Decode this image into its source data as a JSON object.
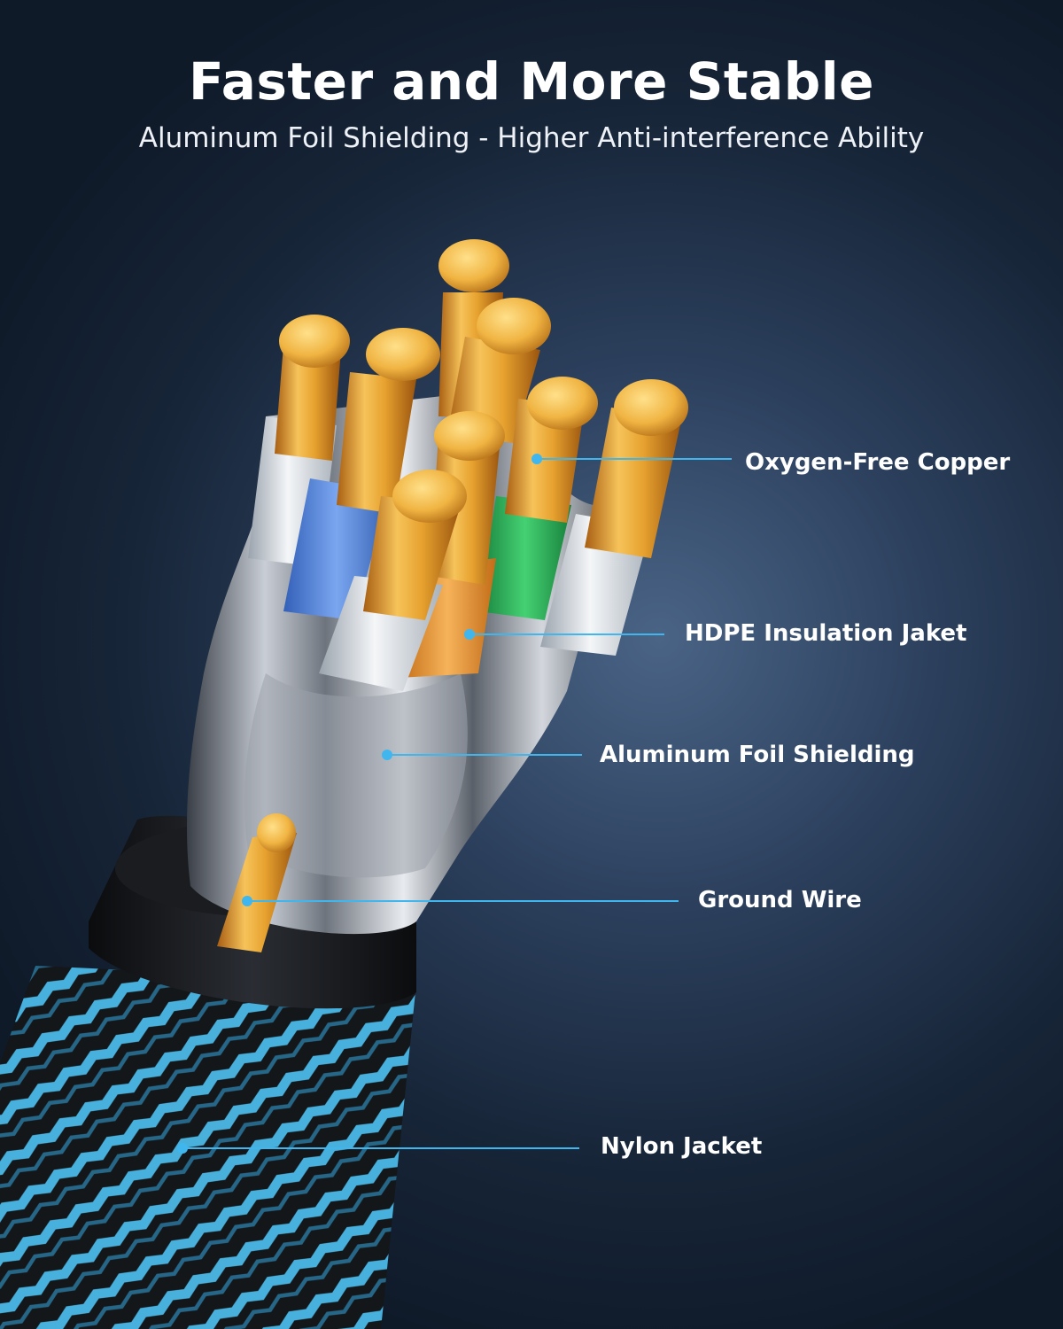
{
  "header": {
    "title": "Faster and More Stable",
    "subtitle": "Aluminum Foil Shielding - Higher Anti-interference Ability"
  },
  "callouts": [
    {
      "label": "Oxygen-Free Copper"
    },
    {
      "label": "HDPE Insulation Jaket"
    },
    {
      "label": "Aluminum Foil Shielding"
    },
    {
      "label": "Ground Wire"
    },
    {
      "label": "Nylon Jacket"
    }
  ],
  "colors": {
    "accent_line": "#3fb6ee",
    "copper": "#e4a12c",
    "nylon_blue": "#4bb8e6",
    "insulation_blue": "#5b8de0",
    "insulation_green": "#2fb25a",
    "insulation_orange": "#e79a3a",
    "insulation_white": "#e9edf1"
  }
}
